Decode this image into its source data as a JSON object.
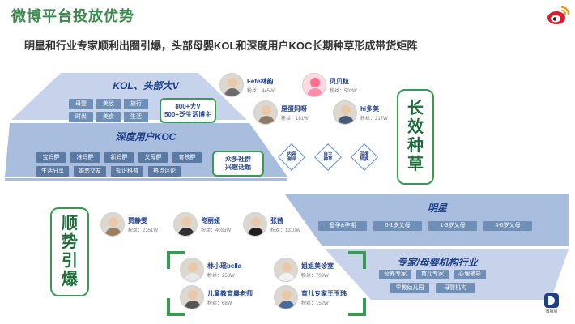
{
  "header": {
    "title": "微博平台投放优势",
    "subtitle": "明星和行业专家顺利出圈引爆，头部母婴KOL和深度用户KOC长期种草形成带货矩阵"
  },
  "top_pyramid": {
    "kol_label": "KOL、头部大V",
    "kol_tags": [
      "母婴",
      "美妆",
      "旅行",
      "时尚",
      "美食",
      "生活"
    ],
    "kol_highlight": [
      "800+大V",
      "500+泛生活博主"
    ],
    "koc_label": "深度用户KOC",
    "koc_tags": [
      "宝妈群",
      "准妈群",
      "新妈群",
      "父母群",
      "育孩群",
      "生活分享",
      "婚恋交友",
      "知识科普",
      "热点评论"
    ],
    "koc_highlight": [
      "众多社群",
      "兴趣话题"
    ]
  },
  "diamonds": [
    [
      "内容",
      "测评"
    ],
    [
      "自主",
      "种草"
    ],
    [
      "深度",
      "转换"
    ]
  ],
  "right_vertical": [
    "长",
    "效",
    "种",
    "草"
  ],
  "left_vertical": [
    "顺",
    "势",
    "引",
    "爆"
  ],
  "top_kols": [
    {
      "name": "Fefe林韵",
      "fans": "粉丝：445W"
    },
    {
      "name": "贝贝粒",
      "fans": "粉丝：502W"
    },
    {
      "name": "是蛋妈呀",
      "fans": "粉丝：181W"
    },
    {
      "name": "hi多美",
      "fans": "粉丝：217W"
    }
  ],
  "celebrities": [
    {
      "name": "贾静雯",
      "fans": "粉丝：2351W"
    },
    {
      "name": "佟丽娅",
      "fans": "粉丝：4035W"
    },
    {
      "name": "张茜",
      "fans": "粉丝：1310W"
    }
  ],
  "experts": [
    {
      "name": "林小瑶bella",
      "fans": "粉丝：253W"
    },
    {
      "name": "姐姐美诊室",
      "fans": "粉丝：709W"
    },
    {
      "name": "儿童教育晨老师",
      "fans": "粉丝：68W"
    },
    {
      "name": "育儿专家王玉玮",
      "fans": "粉丝：152W"
    }
  ],
  "bottom_pyramid": {
    "star_label": "明星",
    "star_tags": [
      "备孕&孕期",
      "0-1岁父母",
      "1-3岁父母",
      "4-6岁父母"
    ],
    "expert_label": "专家/母婴机构行业",
    "expert_tags": [
      "营养专家",
      "育儿专家",
      "心理辅导",
      "早教幼儿园",
      "母婴机构"
    ]
  },
  "footer": {
    "logo_text": "微播易"
  },
  "colors": {
    "title_green": "#3c8a4e",
    "panel_blue": "#b9c9e6",
    "chip_blue": "#6f8fb6",
    "accent_green": "#3a9a54",
    "weibo_red": "#e6162d"
  }
}
